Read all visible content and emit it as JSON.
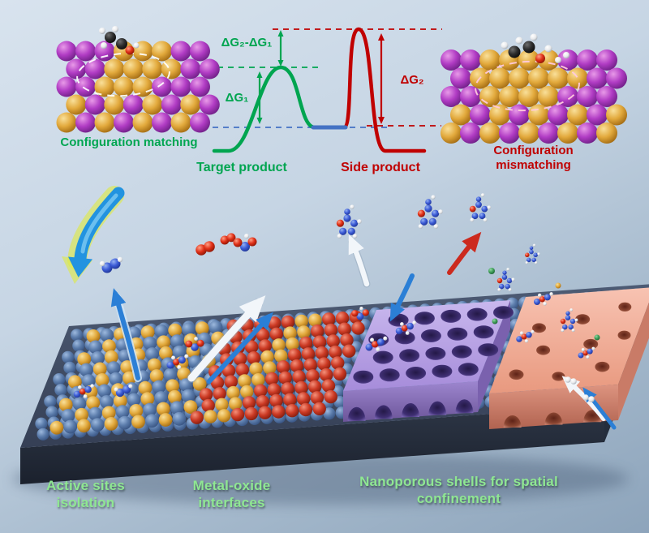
{
  "figure": {
    "background_top": "#d8e3ee",
    "background_bottom": "#8da4bb",
    "platform_color": "#37435a"
  },
  "insets": {
    "left_caption": "Configuration matching",
    "left_caption_color": "#00a651",
    "right_caption": "Configuration mismatching",
    "right_caption_color": "#c00000",
    "metal_color": "#e2a93c",
    "oxide_color": "#b13cc4"
  },
  "energy_diagram": {
    "labels": {
      "barrier_difference": "ΔG₂-ΔG₁",
      "barrier_target": "ΔG₁",
      "barrier_side": "ΔG₂",
      "target_curve": "Target product",
      "side_curve": "Side product"
    },
    "target_color": "#00a550",
    "side_color": "#c00000",
    "baseline_color": "#4472c4"
  },
  "strategies": [
    {
      "label": "Active sites isolation"
    },
    {
      "label": "Metal-oxide interfaces"
    },
    {
      "label": "Nanoporous shells for spatial confinement"
    }
  ],
  "strategy_label_color": "#8fe792"
}
